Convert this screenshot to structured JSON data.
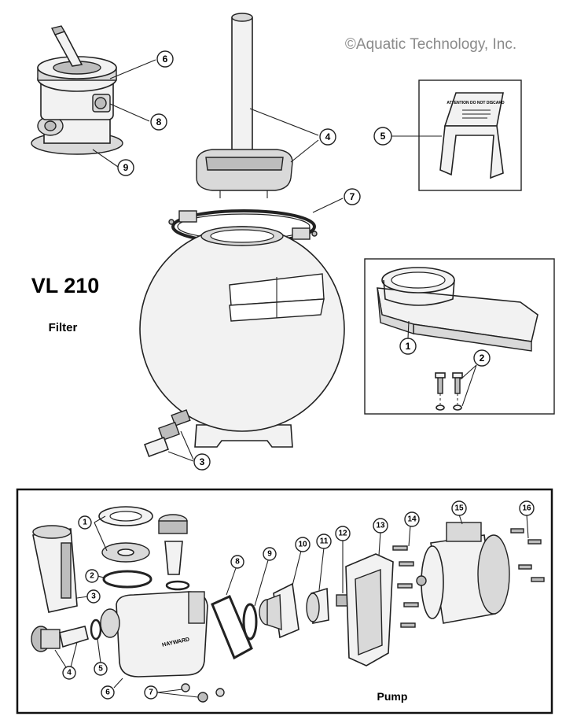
{
  "copyright": "©Aquatic Technology, Inc.",
  "filter": {
    "model": "VL 210",
    "subtitle": "Filter",
    "callouts": [
      "1",
      "2",
      "3",
      "4",
      "5",
      "6",
      "7",
      "8",
      "9"
    ],
    "decal_heading": "ATTENTION DO NOT DISCARD"
  },
  "pump": {
    "label": "Pump",
    "brand_mark": "HAYWARD",
    "callouts": [
      "1",
      "2",
      "3",
      "4",
      "5",
      "6",
      "7",
      "8",
      "9",
      "10",
      "11",
      "12",
      "13",
      "14",
      "15",
      "16"
    ]
  }
}
